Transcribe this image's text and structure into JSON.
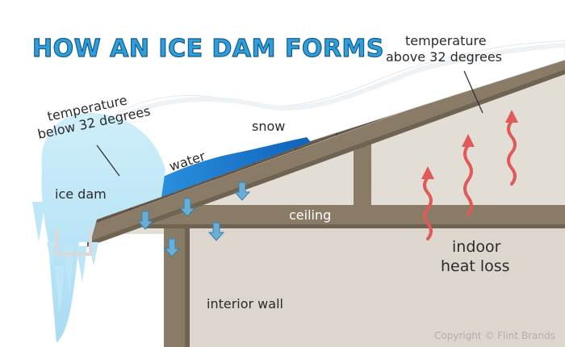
{
  "title": "HOW AN ICE DAM FORMS",
  "labels": {
    "temp_above_line1": "temperature",
    "temp_above_line2": "above 32 degrees",
    "temp_below_line1": "temperature",
    "temp_below_line2": "below 32 degrees",
    "snow": "snow",
    "water": "water",
    "ice_dam": "ice dam",
    "ceiling": "ceiling",
    "interior_wall": "interior wall",
    "indoor_heat_loss_line1": "indoor",
    "indoor_heat_loss_line2": "heat loss"
  },
  "copyright": "Copyright © Flint Brands",
  "colors": {
    "title_fill": "#2f9fdc",
    "ice": "#bfe6f6",
    "water": "#1e7fd6",
    "snow": "#ffffff",
    "wood": "#8a7b66",
    "interior": "#e2ddd5",
    "shingle": "#6b5d4d",
    "heat_arrow": "#e05a5a",
    "drip_arrow": "#6aaed6"
  },
  "icons": {
    "heat": "wavy-up-arrow",
    "drip": "down-arrow"
  }
}
